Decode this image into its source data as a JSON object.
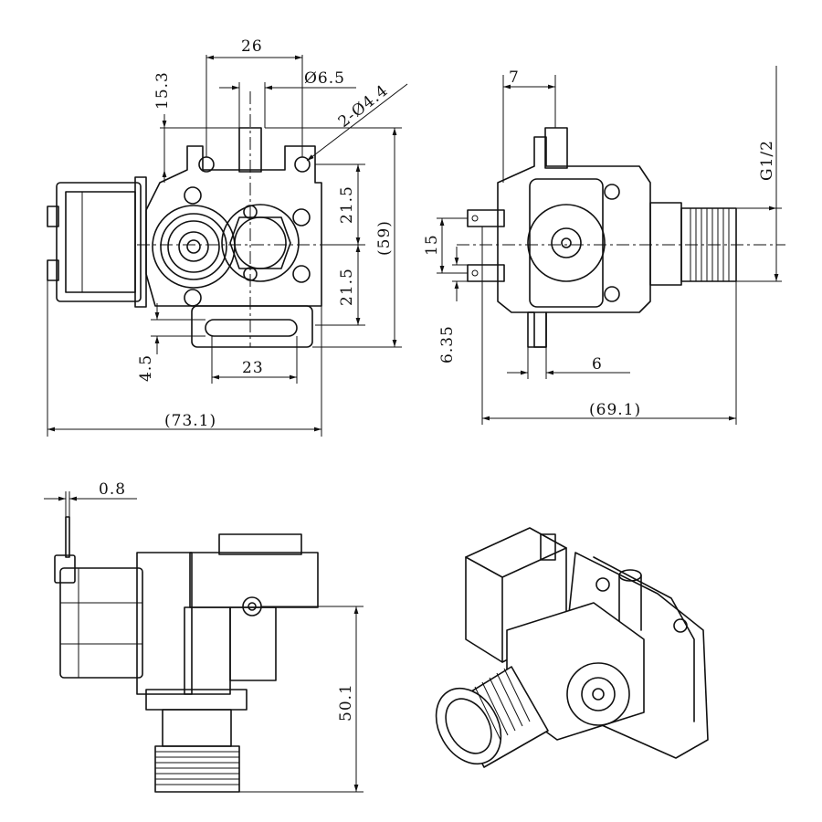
{
  "drawing": {
    "colors": {
      "line": "#111111",
      "background": "#ffffff"
    },
    "views": [
      {
        "name": "front-view",
        "dimensions": {
          "width_top": "26",
          "hole_large": "Ø6.5",
          "hole_small": "2-Ø4.4",
          "offset_top": "15.3",
          "upper_half": "21.5",
          "lower_half": "21.5",
          "height_overall": "(59)",
          "offset_bottom": "4.5",
          "slot_width": "23",
          "width_overall": "(73.1)"
        }
      },
      {
        "name": "side-view",
        "dimensions": {
          "top_offset": "7",
          "thread": "G1/2",
          "terminal_pitch": "15",
          "terminal_width": "6.35",
          "outlet_offset": "6",
          "length_overall": "(69.1)"
        }
      },
      {
        "name": "bottom-view",
        "dimensions": {
          "terminal_thickness": "0.8",
          "height_to_thread": "50.1"
        }
      },
      {
        "name": "isometric-view",
        "dimensions": {}
      }
    ]
  }
}
